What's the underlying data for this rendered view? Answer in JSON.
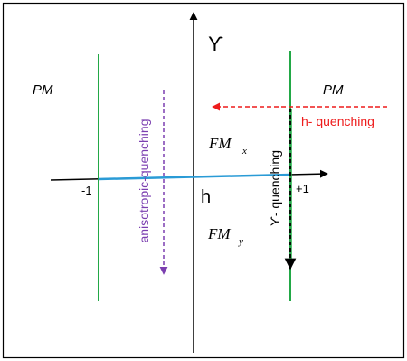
{
  "labels": {
    "gamma_axis": "ϒ",
    "h_axis": "h",
    "pm_left": "PM",
    "pm_right": "PM",
    "fm_x_main": "FM",
    "fm_x_sub": "x",
    "fm_y_main": "FM",
    "fm_y_sub": "y",
    "tick_minus_one": "-1",
    "tick_plus_one": "+1",
    "anisotropic_quenching": "anisotropic-quenching",
    "h_quenching": "h- quenching",
    "gamma_quenching": "ϒ- quenching"
  },
  "colors": {
    "axis": "#000000",
    "boundary_lines": "#22a846",
    "h_axis_line": "#2a9bd6",
    "anisotropic_arrow": "#7b3fb0",
    "h_quench_arrow": "#ee1c1c",
    "gamma_quench_arrow": "#000000",
    "gamma_quench_halo": "#22a846"
  }
}
